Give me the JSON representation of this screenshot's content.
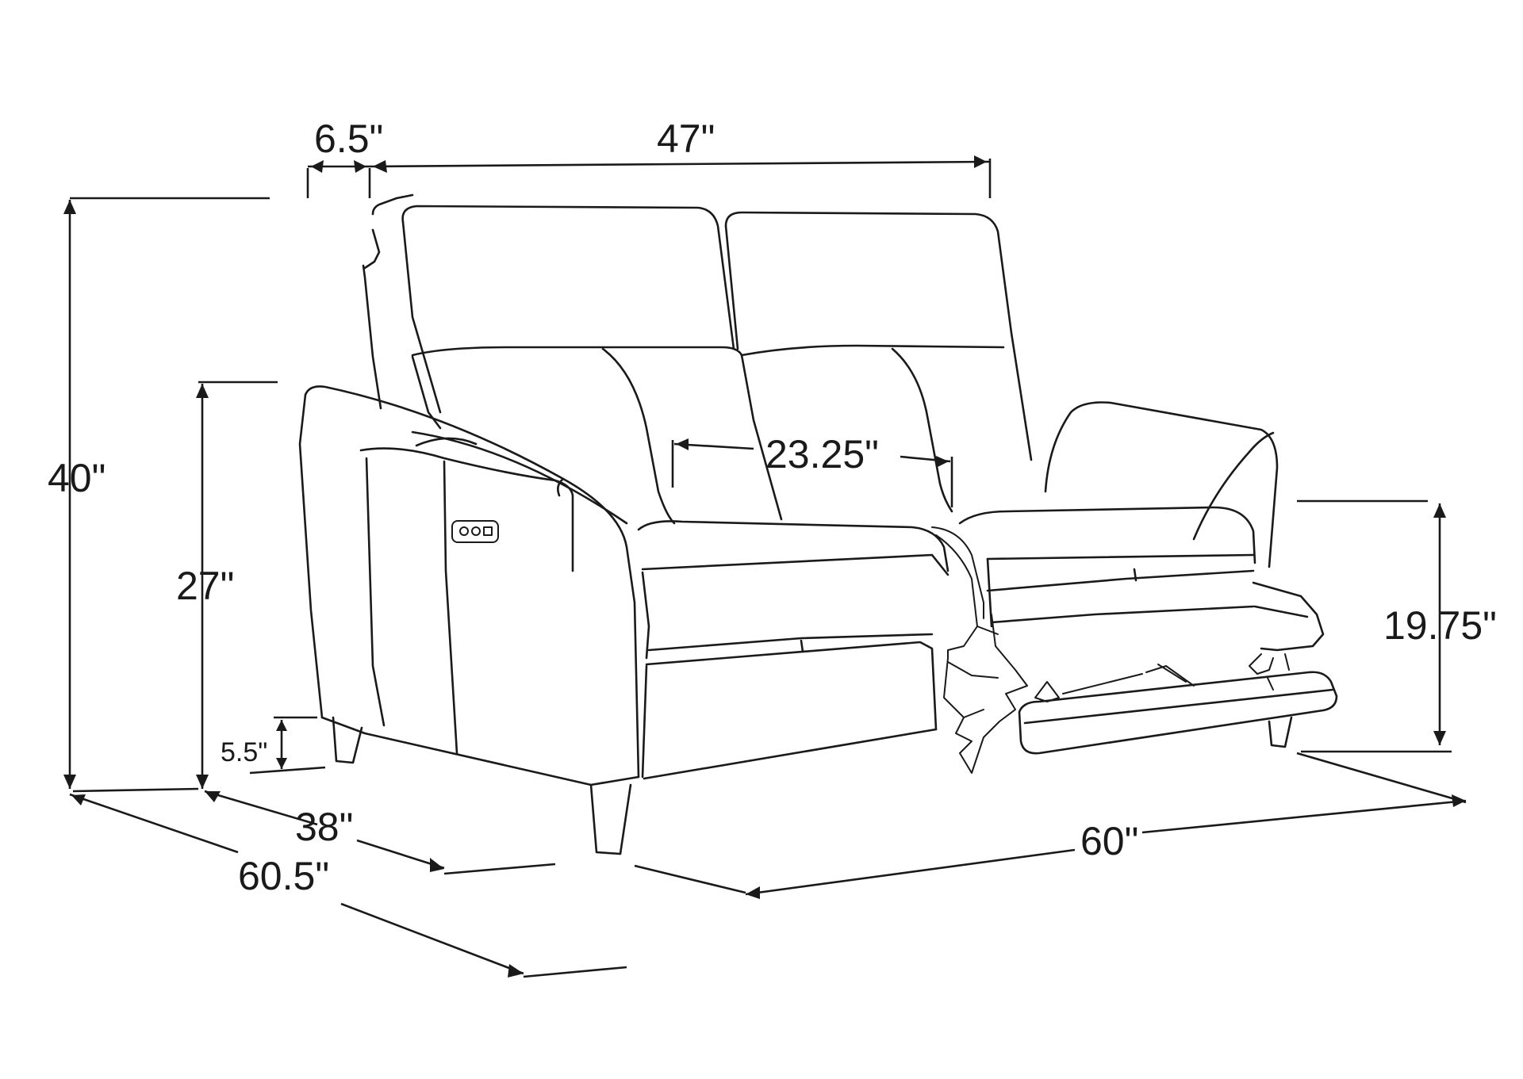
{
  "dimensions": {
    "arm_width": "6.5\"",
    "seat_width": "47\"",
    "overall_height": "40\"",
    "seat_depth_between": "23.25\"",
    "arm_height": "27\"",
    "leg_height": "5.5\"",
    "seat_height": "19.75\"",
    "depth": "38\"",
    "reclined_depth": "60.5\"",
    "overall_width": "60\""
  }
}
